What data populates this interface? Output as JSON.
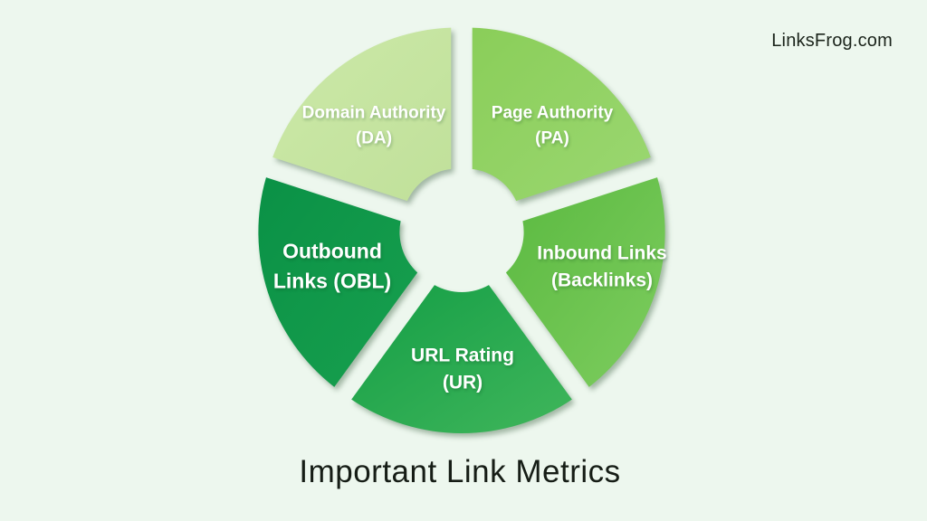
{
  "watermark": "LinksFrog.com",
  "title": "Important Link Metrics",
  "colors": {
    "background": "#edf7ee",
    "label_text": "#ffffff",
    "title_text": "#161d16"
  },
  "chart_data": {
    "type": "pie",
    "subtype": "donut-infographic",
    "title": "Important Link Metrics",
    "note": "Five equal 72-degree exploded donut segments, no numeric values displayed",
    "segments": [
      {
        "label": "Domain Authority (DA)",
        "label_line1": "Domain Authority",
        "label_line2": "(DA)",
        "value": 1,
        "start_angle": 90,
        "end_angle": 162,
        "color_start": "#cce9a8",
        "color_end": "#c0e09a"
      },
      {
        "label": "Page Authority (PA)",
        "label_line1": "Page Authority",
        "label_line2": "(PA)",
        "value": 1,
        "start_angle": 18,
        "end_angle": 90,
        "color_start": "#8ace59",
        "color_end": "#9bd771"
      },
      {
        "label": "Inbound Links (Backlinks)",
        "label_line1": "Inbound Links",
        "label_line2": "(Backlinks)",
        "value": 1,
        "start_angle": 306,
        "end_angle": 378,
        "color_start": "#5ab940",
        "color_end": "#7ecd5f"
      },
      {
        "label": "URL Rating (UR)",
        "label_line1": "URL Rating",
        "label_line2": "(UR)",
        "value": 1,
        "start_angle": 234,
        "end_angle": 306,
        "color_start": "#149e46",
        "color_end": "#40b65b"
      },
      {
        "label": "Outbound Links (OBL)",
        "label_line1": "Outbound",
        "label_line2": "Links (OBL)",
        "value": 1,
        "start_angle": 162,
        "end_angle": 234,
        "color_start": "#0a9146",
        "color_end": "#18a04e"
      }
    ]
  }
}
